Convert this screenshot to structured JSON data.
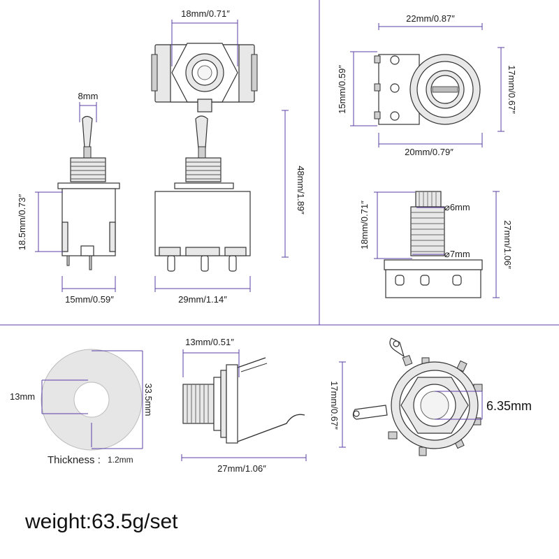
{
  "colors": {
    "dimension_line": "#5b3fa6",
    "outline": "#333333",
    "background": "#ffffff"
  },
  "toggle_switch": {
    "top_width": "18mm/0.71″",
    "lever_width": "8mm",
    "body_height": "18.5mm/0.73″",
    "total_height": "48mm/1.89″",
    "side_width": "15mm/0.59″",
    "front_width": "29mm/1.14″"
  },
  "potentiometer": {
    "width": "22mm/0.87″",
    "terminal_span": "15mm/0.59″",
    "height": "17mm/0.67″",
    "body_width": "20mm/0.79″",
    "shaft_length": "18mm/0.71″",
    "total_length": "27mm/1.06″",
    "shaft_dia": "⌀6mm",
    "thread_dia": "⌀7mm"
  },
  "washer": {
    "inner": "13mm",
    "outer": "33.5mm",
    "thickness_label": "Thickness :",
    "thickness_value": "1.2mm"
  },
  "jack": {
    "thread": "13mm/0.51″",
    "length": "27mm/1.06″",
    "height": "17mm/0.67″",
    "bore": "6.35mm"
  },
  "footer": {
    "weight": "weight:63.5g/set"
  }
}
